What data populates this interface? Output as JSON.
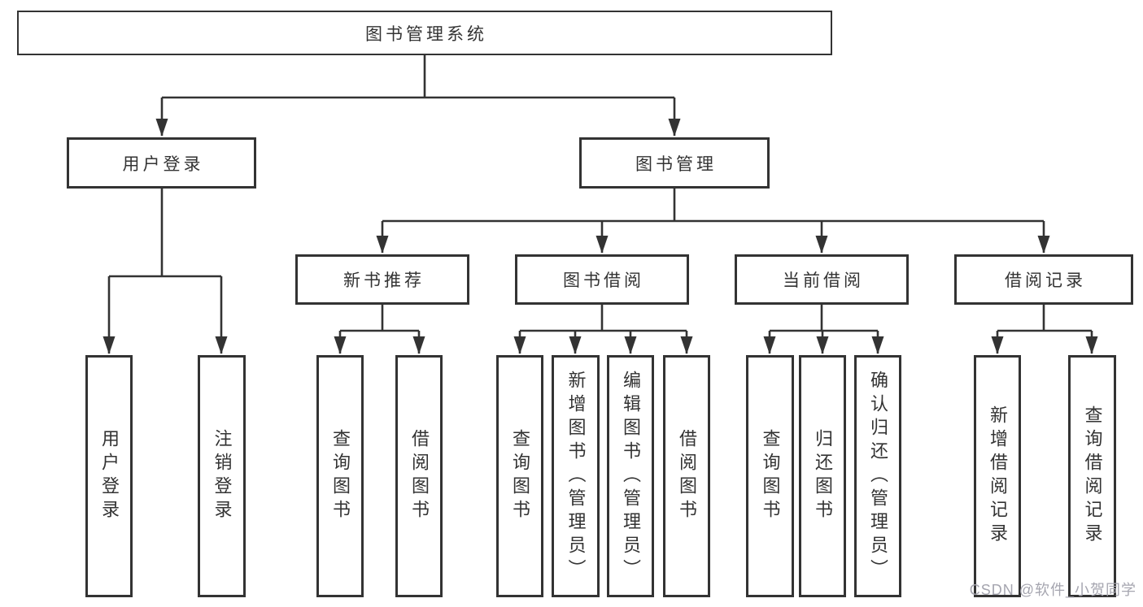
{
  "diagram": {
    "title": "图书管理系统",
    "branches": [
      {
        "label": "用户登录",
        "children": [
          "用户登录",
          "注销登录"
        ]
      },
      {
        "label": "图书管理",
        "groups": [
          {
            "label": "新书推荐",
            "children": [
              "查询图书",
              "借阅图书"
            ]
          },
          {
            "label": "图书借阅",
            "children": [
              "查询图书",
              "新增图书（管理员）",
              "编辑图书（管理员）",
              "借阅图书"
            ]
          },
          {
            "label": "当前借阅",
            "children": [
              "查询图书",
              "归还图书",
              "确认归还（管理员）"
            ]
          },
          {
            "label": "借阅记录",
            "children": [
              "新增借阅记录",
              "查询借阅记录"
            ]
          }
        ]
      }
    ]
  },
  "watermark": {
    "text": "CSDN @软件_小贺同学"
  },
  "colors": {
    "line": "#333333",
    "text": "#333333",
    "watermark_text": "#a5a5af",
    "background": "#ffffff"
  }
}
